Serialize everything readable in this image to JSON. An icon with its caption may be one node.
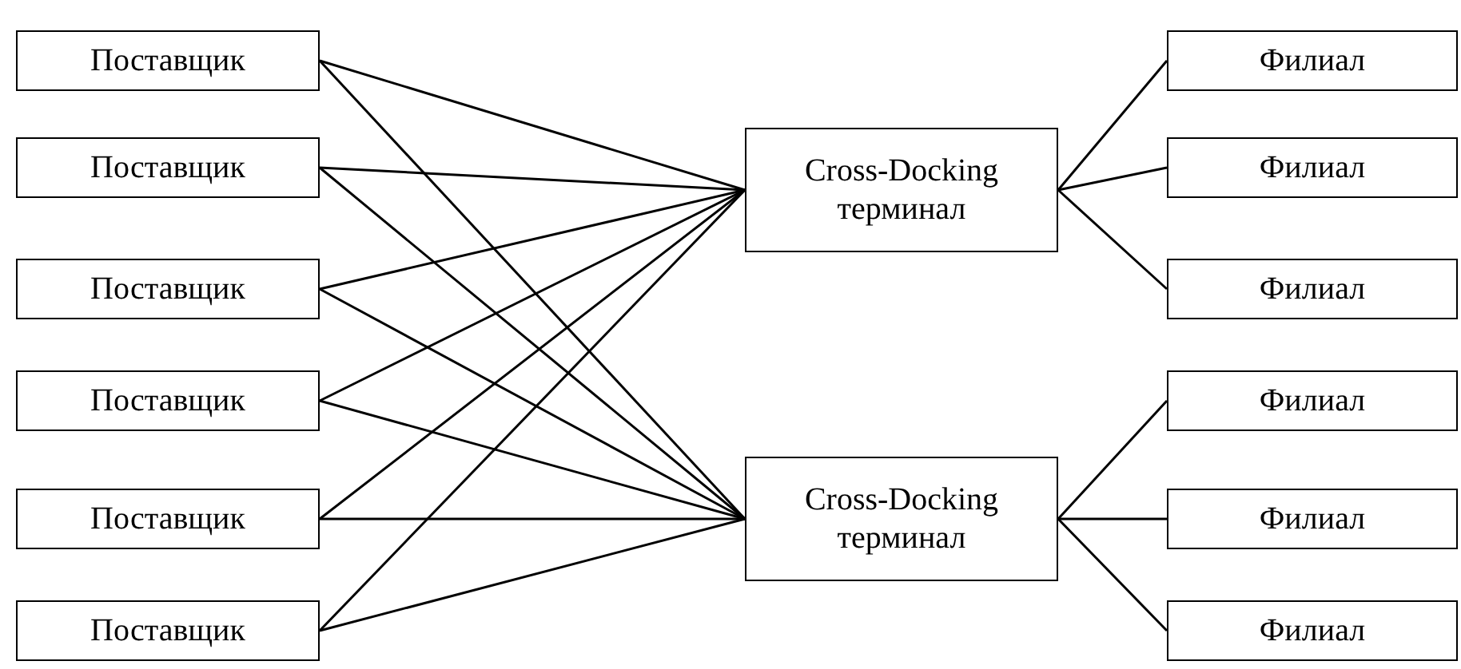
{
  "diagram": {
    "nodes": [
      {
        "text": [
          "Поставщик"
        ]
      },
      {
        "text": [
          "Поставщик"
        ]
      },
      {
        "text": [
          "Поставщик"
        ]
      },
      {
        "text": [
          "Поставщик"
        ]
      },
      {
        "text": [
          "Поставщик"
        ]
      },
      {
        "text": [
          "Поставщик"
        ]
      },
      {
        "text": [
          "Cross-Docking терминал"
        ]
      },
      {
        "text": [
          "Cross-Docking терминал"
        ]
      },
      {
        "text": [
          "Филиал"
        ]
      },
      {
        "text": [
          "Филиал"
        ]
      },
      {
        "text": [
          "Филиал"
        ]
      },
      {
        "text": [
          "Филиал"
        ]
      },
      {
        "text": [
          "Филиал"
        ]
      },
      {
        "text": [
          "Филиал"
        ]
      }
    ],
    "edges": [
      {
        "from": 0,
        "to": 6,
        "arrow": "none"
      },
      {
        "from": 0,
        "to": 7,
        "arrow": "none"
      },
      {
        "from": 1,
        "to": 6,
        "arrow": "none"
      },
      {
        "from": 1,
        "to": 7,
        "arrow": "none"
      },
      {
        "from": 2,
        "to": 6,
        "arrow": "none"
      },
      {
        "from": 2,
        "to": 7,
        "arrow": "none"
      },
      {
        "from": 3,
        "to": 6,
        "arrow": "none"
      },
      {
        "from": 3,
        "to": 7,
        "arrow": "none"
      },
      {
        "from": 4,
        "to": 6,
        "arrow": "none"
      },
      {
        "from": 4,
        "to": 7,
        "arrow": "none"
      },
      {
        "from": 5,
        "to": 6,
        "arrow": "none"
      },
      {
        "from": 5,
        "to": 7,
        "arrow": "none"
      },
      {
        "from": 6,
        "to": 8,
        "arrow": "none"
      },
      {
        "from": 6,
        "to": 9,
        "arrow": "none"
      },
      {
        "from": 6,
        "to": 10,
        "arrow": "none"
      },
      {
        "from": 7,
        "to": 11,
        "arrow": "none"
      },
      {
        "from": 7,
        "to": 12,
        "arrow": "none"
      },
      {
        "from": 7,
        "to": 13,
        "arrow": "none"
      }
    ]
  }
}
